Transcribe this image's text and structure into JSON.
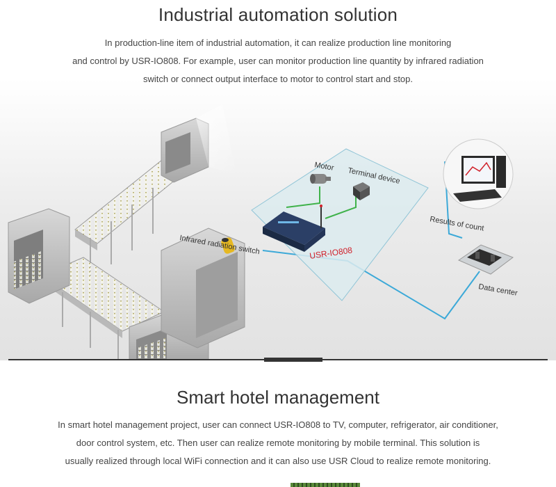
{
  "section1": {
    "title": "Industrial automation solution",
    "lines": [
      "In production-line item of industrial automation, it can realize production line monitoring",
      "and control by USR-IO808. For example, user can monitor production line quantity by infrared radiation",
      "switch or connect output interface to motor to control start and stop."
    ],
    "diagram": {
      "motor": "Motor",
      "terminal": "Terminal device",
      "results": "Results of count",
      "infrared": "Infrared radiation switch",
      "device": "USR-IO808",
      "datacenter": "Data center"
    }
  },
  "section2": {
    "title": "Smart hotel management",
    "lines": [
      "In smart hotel management project, user can connect USR-IO808 to TV, computer, refrigerator, air conditioner,",
      "door control system, etc. Then user can realize remote monitoring by mobile terminal. This solution is",
      "usually realized through local WiFi connection and it can also use USR Cloud to realize remote monitoring."
    ]
  },
  "colors": {
    "accent_red": "#d0202a",
    "link_blue": "#3ca9d8",
    "wire_green": "#3fb24a",
    "panel": "#dcebef"
  }
}
